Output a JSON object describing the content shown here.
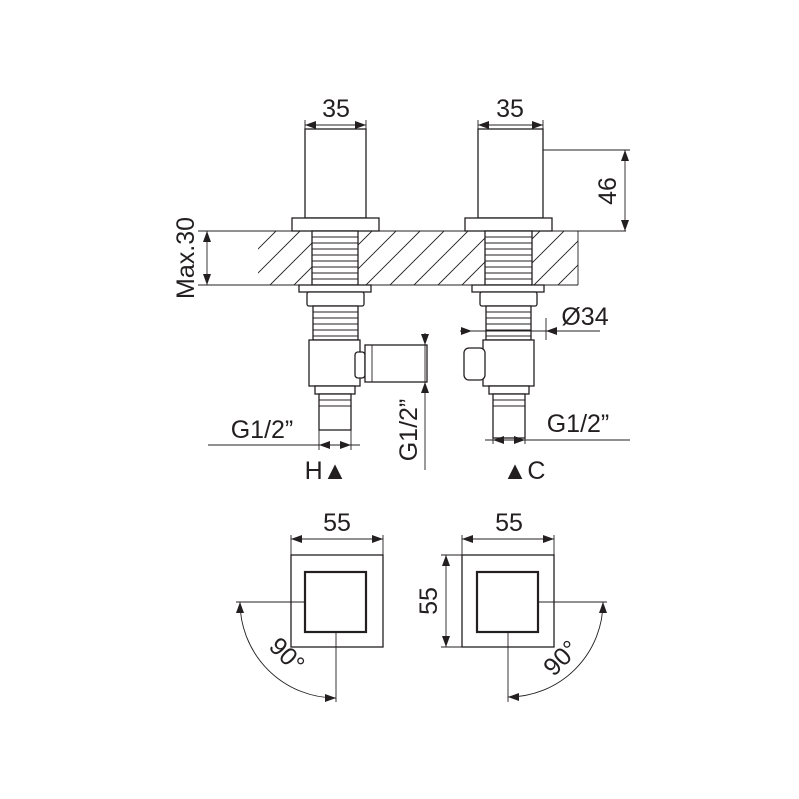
{
  "labels": {
    "top_width_left": "35",
    "top_width_right": "35",
    "top_height": "46",
    "max_thickness": "Max.30",
    "diameter": "Ø34",
    "thread_left": "G1/2”",
    "thread_vertical": "G1/2”",
    "thread_right": "G1/2”",
    "hot_marker": "H▲",
    "cold_marker": "▲C",
    "bottom_width_left": "55",
    "bottom_width_right": "55",
    "bottom_height": "55",
    "angle_left": "90°",
    "angle_right": "90°"
  },
  "colors": {
    "line": "#231f20",
    "background": "#ffffff"
  }
}
